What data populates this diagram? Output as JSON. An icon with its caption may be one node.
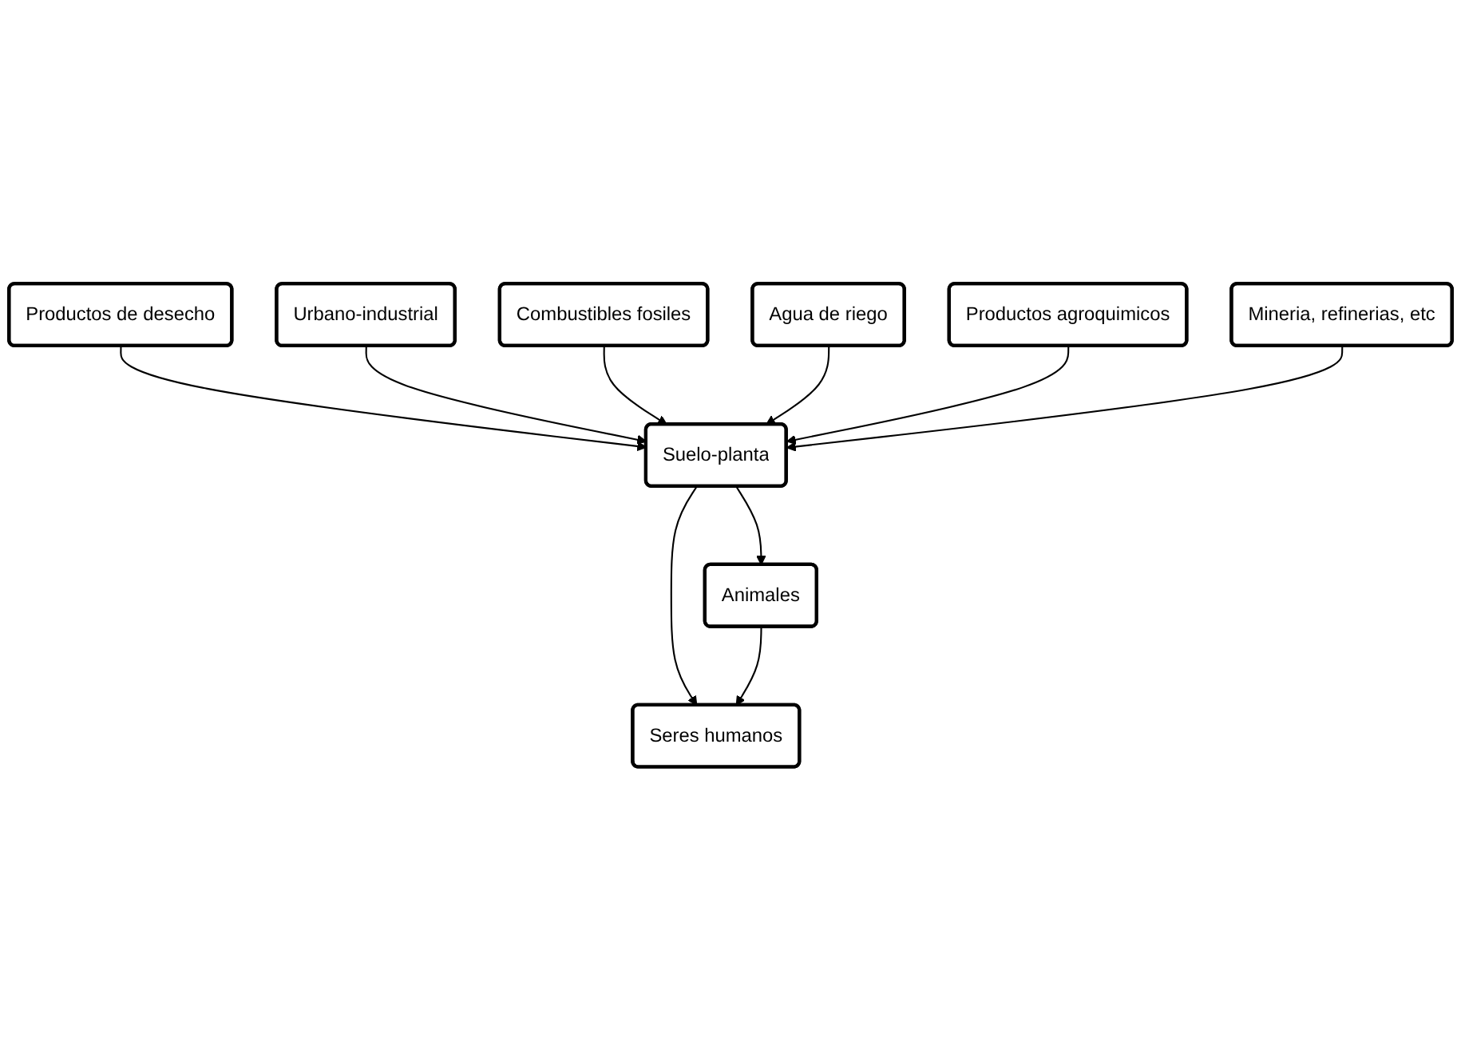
{
  "diagram": {
    "nodes": [
      {
        "text": [
          "Productos de desecho"
        ]
      },
      {
        "text": [
          "Urbano-industrial"
        ]
      },
      {
        "text": [
          "Combustibles fosiles"
        ]
      },
      {
        "text": [
          "Agua de riego"
        ]
      },
      {
        "text": [
          "Productos agroquimicos"
        ]
      },
      {
        "text": [
          "Mineria, refinerias, etc"
        ]
      },
      {
        "text": [
          "Suelo-planta"
        ]
      },
      {
        "text": [
          "Animales"
        ]
      },
      {
        "text": [
          "Seres humanos"
        ]
      }
    ],
    "edges": [
      {
        "from": 0,
        "to": 6,
        "arrow": "to"
      },
      {
        "from": 1,
        "to": 6,
        "arrow": "to"
      },
      {
        "from": 2,
        "to": 6,
        "arrow": "to"
      },
      {
        "from": 3,
        "to": 6,
        "arrow": "to"
      },
      {
        "from": 4,
        "to": 6,
        "arrow": "to"
      },
      {
        "from": 5,
        "to": 6,
        "arrow": "to"
      },
      {
        "from": 6,
        "to": 7,
        "arrow": "to"
      },
      {
        "from": 6,
        "to": 8,
        "arrow": "to"
      },
      {
        "from": 7,
        "to": 8,
        "arrow": "to"
      }
    ]
  }
}
